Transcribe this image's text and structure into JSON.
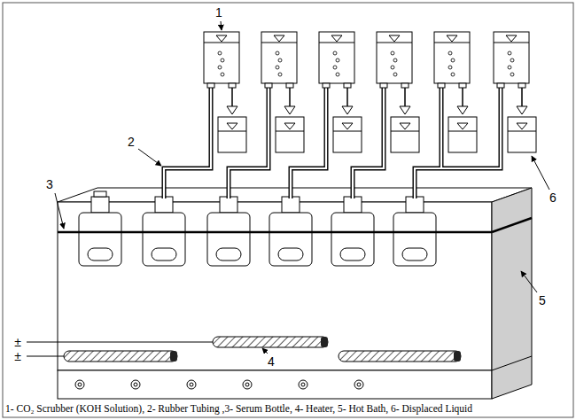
{
  "diagram": {
    "caption": "1- CO₂ Scrubber (KOH Solution), 2- Rubber Tubing ,3- Serum Bottle, 4- Heater, 5- Hot Bath, 6- Displaced Liquid",
    "labels": [
      "1",
      "2",
      "3",
      "4",
      "5",
      "6",
      "±",
      "±"
    ]
  }
}
